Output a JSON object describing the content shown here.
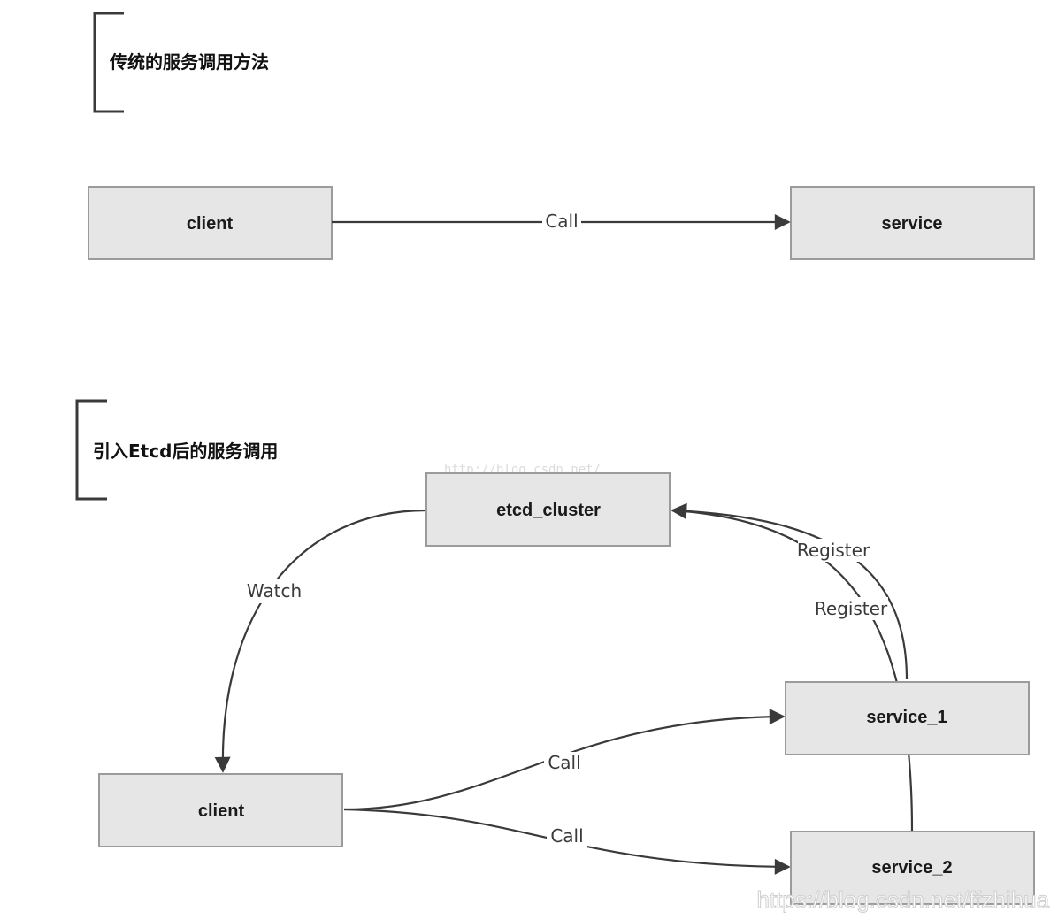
{
  "sections": {
    "traditional": {
      "title": "传统的服务调用方法",
      "client_label": "client",
      "service_label": "service",
      "call_label": "Call"
    },
    "etcd": {
      "title": "引入Etcd后的服务调用",
      "etcd_label": "etcd_cluster",
      "client_label": "client",
      "service1_label": "service_1",
      "service2_label": "service_2",
      "watch_label": "Watch",
      "register1_label": "Register",
      "register2_label": "Register",
      "call1_label": "Call",
      "call2_label": "Call"
    }
  },
  "watermarks": {
    "top": "http://blog.csdn.net/",
    "bottom": "https://blog.csdn.net/ffzhihua"
  },
  "colors": {
    "box_fill": "#e6e6e6",
    "box_stroke": "#9b9b9b",
    "edge": "#3a3a3a"
  }
}
